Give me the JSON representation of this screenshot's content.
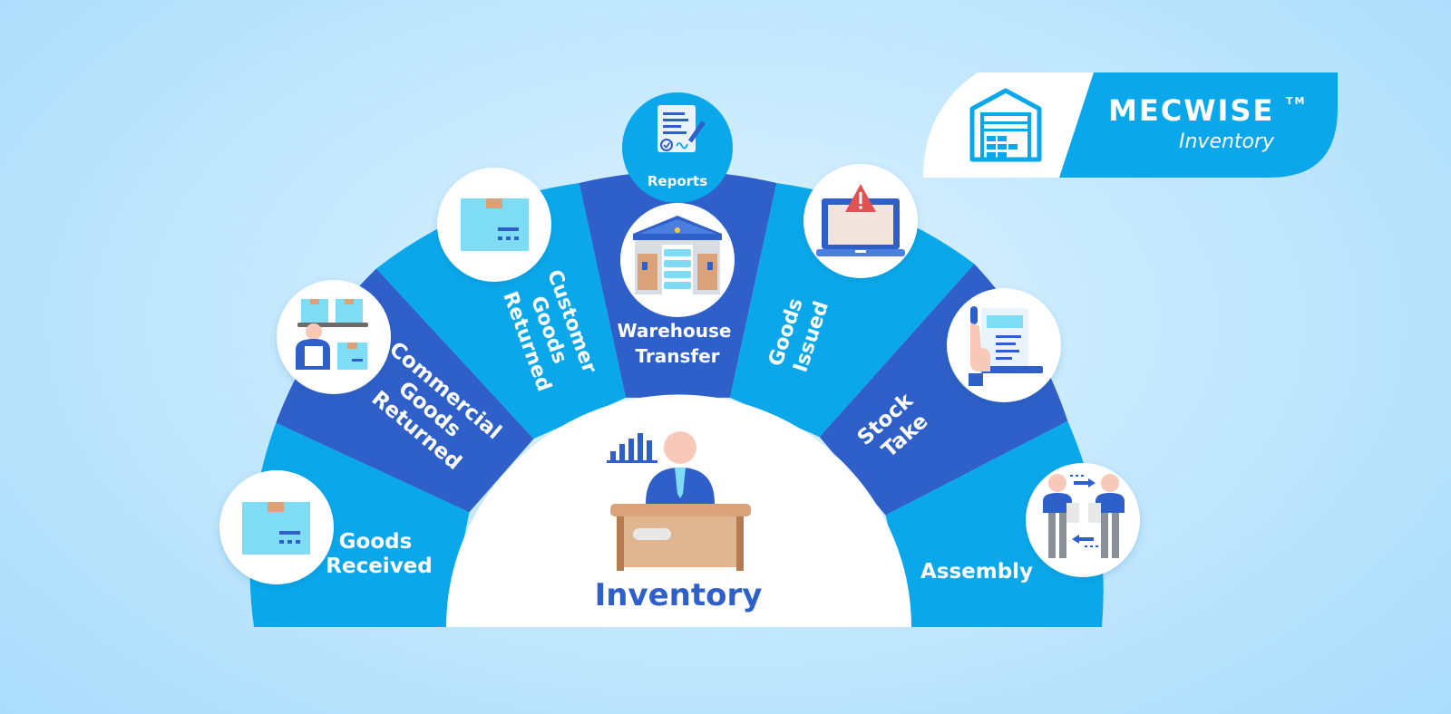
{
  "brand": {
    "name": "MECWISE",
    "trademark": "TM",
    "product": "Inventory",
    "logo_icon": "warehouse-icon"
  },
  "center": {
    "title": "Inventory",
    "icon": "manager-desk-icon"
  },
  "segments": [
    {
      "id": "goods-received",
      "lines": [
        "Goods",
        "Received"
      ],
      "icon": "box-icon"
    },
    {
      "id": "commercial-goods-returned",
      "lines": [
        "Commercial",
        "Goods",
        "Returned"
      ],
      "icon": "worker-shelves-icon"
    },
    {
      "id": "customer-goods-returned",
      "lines": [
        "Customer",
        "Goods",
        "Returned"
      ],
      "icon": "box-icon"
    },
    {
      "id": "warehouse-transfer",
      "lines": [
        "Warehouse",
        "Transfer"
      ],
      "icon": "warehouse-building-icon"
    },
    {
      "id": "goods-issued",
      "lines": [
        "Goods",
        "Issued"
      ],
      "icon": "laptop-alert-icon"
    },
    {
      "id": "stock-take",
      "lines": [
        "Stock",
        "Take"
      ],
      "icon": "hand-checklist-icon"
    },
    {
      "id": "assembly",
      "lines": [
        "Assembly"
      ],
      "icon": "people-exchange-icon"
    }
  ],
  "reports": {
    "label": "Reports",
    "icon": "report-document-icon"
  },
  "colors": {
    "light_blue": "#0aa8ea",
    "dark_blue": "#2f5fc8",
    "white": "#ffffff",
    "box": "#7fdcf5",
    "tape": "#d9a278"
  }
}
